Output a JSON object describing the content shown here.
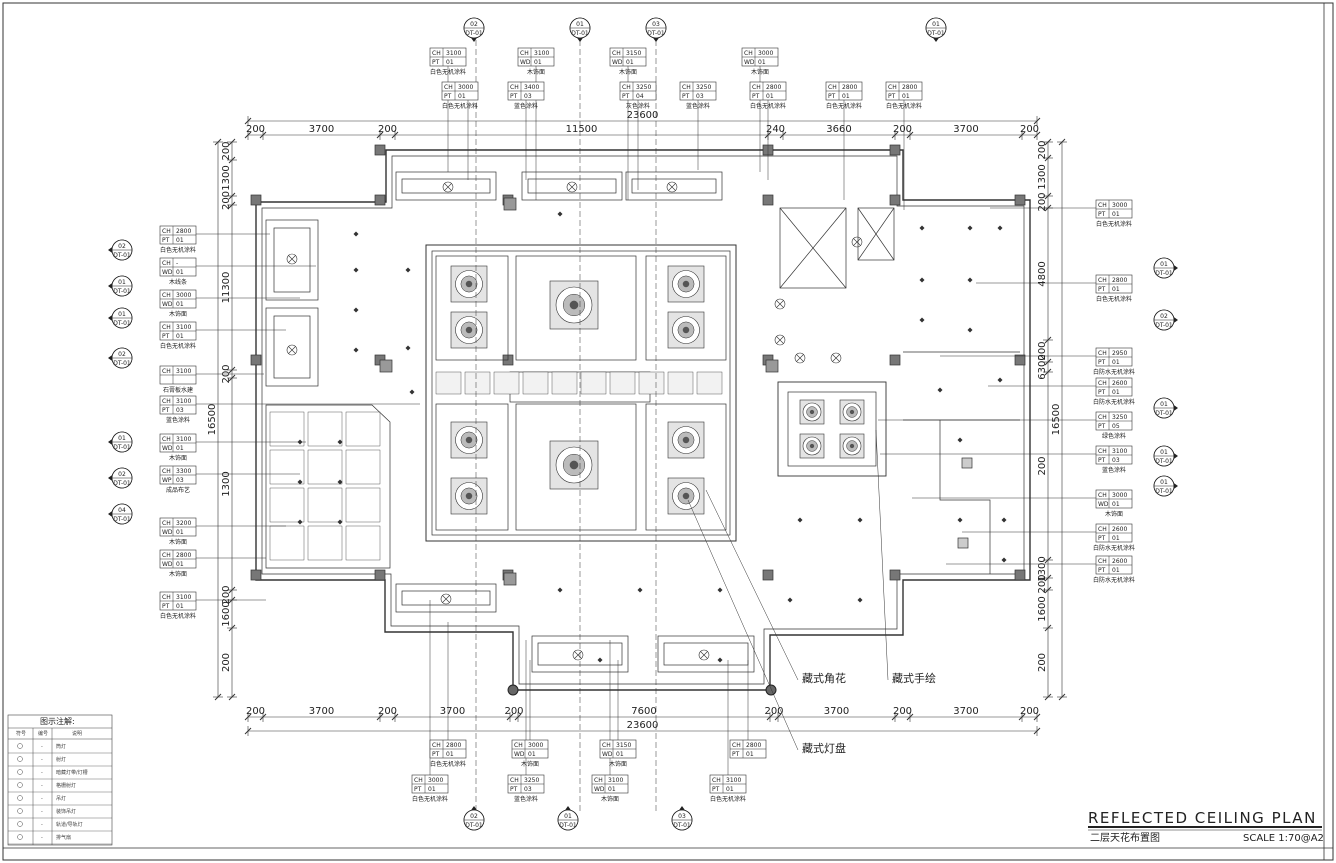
{
  "title": {
    "main": "REFLECTED CEILING PLAN",
    "sub": "二层天花布置图",
    "scale": "SCALE  1:70@A2"
  },
  "dimensions": {
    "total": "23600",
    "top_row": [
      "200",
      "3700",
      "200",
      "11500",
      "240",
      "3660",
      "200",
      "3700",
      "200"
    ],
    "bottom_row": [
      "200",
      "3700",
      "200",
      "3700",
      "200",
      "7600",
      "200",
      "3700",
      "200",
      "3700",
      "200"
    ],
    "left_col": [
      "200",
      "1300",
      "200",
      "11300",
      "200",
      "1300",
      "200",
      "1600",
      "200"
    ],
    "left_total": "16500",
    "right_col": [
      "200",
      "1300",
      "200",
      "4800",
      "200",
      "6300",
      "200",
      "1300",
      "200",
      "1600",
      "200"
    ],
    "right_total": "16500"
  },
  "tags": [
    {
      "r1": "CH",
      "v1": "3100",
      "r2": "PT",
      "v2": "01",
      "label": "白色无机涂料"
    },
    {
      "r1": "CH",
      "v1": "3000",
      "r2": "PT",
      "v2": "01",
      "label": "白色无机涂料"
    },
    {
      "r1": "CH",
      "v1": "3100",
      "r2": "WD",
      "v2": "01",
      "label": "木饰面"
    },
    {
      "r1": "CH",
      "v1": "3400",
      "r2": "PT",
      "v2": "03",
      "label": "蓝色涂料"
    },
    {
      "r1": "CH",
      "v1": "3150",
      "r2": "WD",
      "v2": "01",
      "label": "木饰面"
    },
    {
      "r1": "CH",
      "v1": "3250",
      "r2": "PT",
      "v2": "04",
      "label": "灰色涂料"
    },
    {
      "r1": "CH",
      "v1": "3250",
      "r2": "PT",
      "v2": "03",
      "label": "蓝色涂料"
    },
    {
      "r1": "CH",
      "v1": "3000",
      "r2": "WD",
      "v2": "01",
      "label": "木饰面"
    },
    {
      "r1": "CH",
      "v1": "2800",
      "r2": "PT",
      "v2": "01",
      "label": "白色无机涂料"
    },
    {
      "r1": "CH",
      "v1": "2800",
      "r2": "PT",
      "v2": "01",
      "label": "白色无机涂料"
    },
    {
      "r1": "CH",
      "v1": "2800",
      "r2": "PT",
      "v2": "01",
      "label": "白色无机涂料"
    },
    {
      "r1": "CH",
      "v1": "2800",
      "r2": "PT",
      "v2": "01",
      "label": "白色无机涂料"
    },
    {
      "r1": "CH",
      "v1": "-",
      "r2": "WD",
      "v2": "01",
      "label": "木线条"
    },
    {
      "r1": "CH",
      "v1": "3000",
      "r2": "WD",
      "v2": "01",
      "label": "木饰面"
    },
    {
      "r1": "CH",
      "v1": "3100",
      "r2": "PT",
      "v2": "01",
      "label": "白色无机涂料"
    },
    {
      "r1": "CH",
      "v1": "3100",
      "r2": "",
      "v2": "",
      "label": "石膏板水建"
    },
    {
      "r1": "CH",
      "v1": "3100",
      "r2": "PT",
      "v2": "03",
      "label": "蓝色涂料"
    },
    {
      "r1": "CH",
      "v1": "3100",
      "r2": "WD",
      "v2": "01",
      "label": "木饰面"
    },
    {
      "r1": "CH",
      "v1": "3300",
      "r2": "WP",
      "v2": "03",
      "label": "成品布艺"
    },
    {
      "r1": "CH",
      "v1": "3200",
      "r2": "WD",
      "v2": "01",
      "label": "木饰面"
    },
    {
      "r1": "CH",
      "v1": "2800",
      "r2": "WD",
      "v2": "01",
      "label": "木饰面"
    },
    {
      "r1": "CH",
      "v1": "3100",
      "r2": "PT",
      "v2": "01",
      "label": "白色无机涂料"
    },
    {
      "r1": "CH",
      "v1": "3000",
      "r2": "PT",
      "v2": "01",
      "label": "白色无机涂料"
    },
    {
      "r1": "CH",
      "v1": "2800",
      "r2": "PT",
      "v2": "01",
      "label": "白色无机涂料"
    },
    {
      "r1": "CH",
      "v1": "2950",
      "r2": "PT",
      "v2": "01",
      "label": "白防水无机涂料"
    },
    {
      "r1": "CH",
      "v1": "2600",
      "r2": "PT",
      "v2": "01",
      "label": "白防水无机涂料"
    },
    {
      "r1": "CH",
      "v1": "3250",
      "r2": "PT",
      "v2": "05",
      "label": "绿色涂料"
    },
    {
      "r1": "CH",
      "v1": "3100",
      "r2": "PT",
      "v2": "03",
      "label": "蓝色涂料"
    },
    {
      "r1": "CH",
      "v1": "3000",
      "r2": "WD",
      "v2": "01",
      "label": "木饰面"
    },
    {
      "r1": "CH",
      "v1": "2600",
      "r2": "PT",
      "v2": "01",
      "label": "白防水无机涂料"
    },
    {
      "r1": "CH",
      "v1": "2600",
      "r2": "PT",
      "v2": "01",
      "label": "白防水无机涂料"
    },
    {
      "r1": "CH",
      "v1": "2800",
      "r2": "PT",
      "v2": "01",
      "label": "白色无机涂料"
    },
    {
      "r1": "CH",
      "v1": "3000",
      "r2": "WD",
      "v2": "01",
      "label": "木饰面"
    },
    {
      "r1": "CH",
      "v1": "3150",
      "r2": "WD",
      "v2": "01",
      "label": "木饰面"
    },
    {
      "r1": "CH",
      "v1": "2800",
      "r2": "PT",
      "v2": "01",
      "label": ""
    },
    {
      "r1": "CH",
      "v1": "3000",
      "r2": "PT",
      "v2": "01",
      "label": "白色无机涂料"
    },
    {
      "r1": "CH",
      "v1": "3250",
      "r2": "PT",
      "v2": "03",
      "label": "蓝色涂料"
    },
    {
      "r1": "CH",
      "v1": "3100",
      "r2": "WD",
      "v2": "01",
      "label": "木饰面"
    },
    {
      "r1": "CH",
      "v1": "3100",
      "r2": "PT",
      "v2": "01",
      "label": "白色无机涂料"
    }
  ],
  "markers": [
    {
      "top": "02",
      "bottom": "DT-01"
    },
    {
      "top": "01",
      "bottom": "DT-01"
    },
    {
      "top": "03",
      "bottom": "DT-01"
    },
    {
      "top": "01",
      "bottom": "DT-01"
    },
    {
      "top": "02",
      "bottom": "DT-01"
    },
    {
      "top": "01",
      "bottom": "DT-01"
    },
    {
      "top": "01",
      "bottom": "DT-01"
    },
    {
      "top": "02",
      "bottom": "DT-01"
    },
    {
      "top": "01",
      "bottom": "DT-01"
    },
    {
      "top": "02",
      "bottom": "DT-01"
    },
    {
      "top": "04",
      "bottom": "DT-01"
    },
    {
      "top": "01",
      "bottom": "DT-01"
    },
    {
      "top": "02",
      "bottom": "DT-01"
    },
    {
      "top": "01",
      "bottom": "DT-01"
    },
    {
      "top": "01",
      "bottom": "DT-01"
    },
    {
      "top": "01",
      "bottom": "DT-01"
    },
    {
      "top": "02",
      "bottom": "DT-01"
    },
    {
      "top": "01",
      "bottom": "DT-01"
    },
    {
      "top": "03",
      "bottom": "DT-01"
    }
  ],
  "notes": [
    "藏式角花",
    "藏式手绘",
    "藏式灯盘"
  ],
  "legend": {
    "title": "图示注解:",
    "headers": [
      "符号",
      "编号",
      "说明"
    ],
    "rows": [
      {
        "num": "-",
        "desc": "筒灯"
      },
      {
        "num": "-",
        "desc": "射灯"
      },
      {
        "num": "-",
        "desc": "暗藏灯带/灯槽"
      },
      {
        "num": "-",
        "desc": "格栅射灯"
      },
      {
        "num": "-",
        "desc": "吊灯"
      },
      {
        "num": "-",
        "desc": "装饰吊灯"
      },
      {
        "num": "-",
        "desc": "轨道/导轨灯"
      },
      {
        "num": "-",
        "desc": "排气扇"
      }
    ]
  }
}
